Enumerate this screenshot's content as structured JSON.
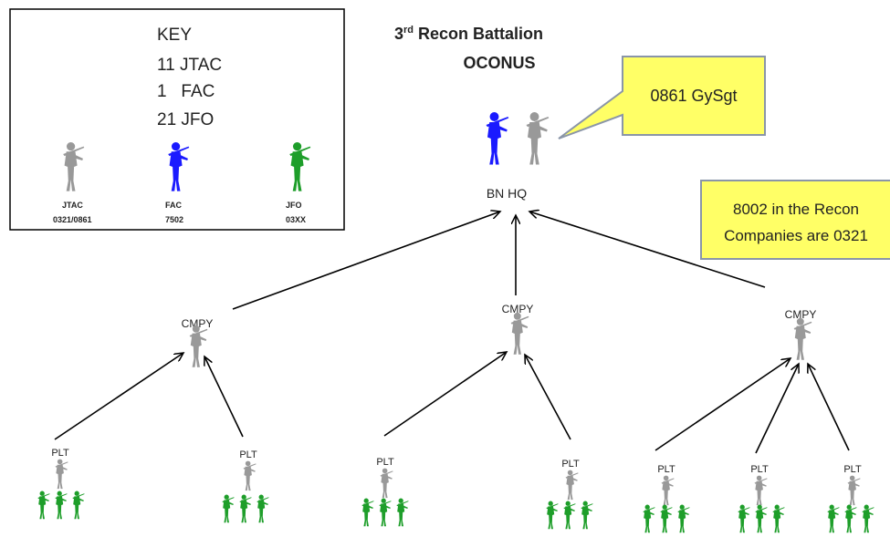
{
  "title": {
    "main": "3",
    "sup": "rd",
    "rest": " Recon Battalion",
    "line2": "OCONUS"
  },
  "key": {
    "heading": "KEY",
    "lines": [
      "11 JTAC",
      "1   FAC",
      "21 JFO"
    ],
    "legend": [
      {
        "role": "JTAC",
        "code": "0321/0861",
        "color": "#999999"
      },
      {
        "role": "FAC",
        "code": "7502",
        "color": "#1a1aff"
      },
      {
        "role": "JFO",
        "code": "03XX",
        "color": "#1e9e2a"
      }
    ]
  },
  "callouts": {
    "gysgt": "0861 GySgt",
    "recon_line1": "8002 in the Recon",
    "recon_line2": "Companies are 0321"
  },
  "nodes": {
    "hq": "BN HQ",
    "cmpy": [
      "CMPY",
      "CMPY",
      "CMPY"
    ],
    "plt": [
      "PLT",
      "PLT",
      "PLT",
      "PLT",
      "PLT",
      "PLT",
      "PLT"
    ]
  },
  "colors": {
    "jtac": "#999999",
    "fac": "#1a1aff",
    "jfo": "#1e9e2a",
    "callout_fill": "#ffff66",
    "callout_border": "#8a95a8"
  },
  "icons": {
    "soldier": "soldier-icon"
  }
}
